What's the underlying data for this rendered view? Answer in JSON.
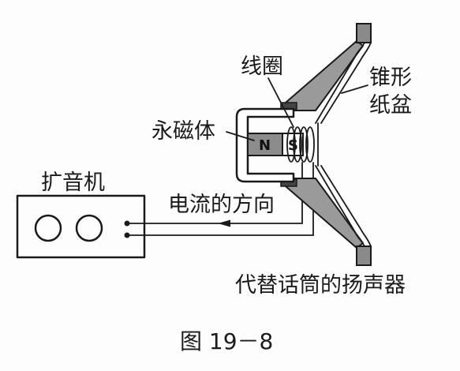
{
  "diagram": {
    "labels": {
      "coil": "线圈",
      "cone_line1": "锥形",
      "cone_line2": "纸盆",
      "magnet": "永磁体",
      "pole_n": "N",
      "pole_s": "S",
      "amplifier": "扩音机",
      "current_direction": "电流的方向",
      "speaker": "代替话筒的扬声器"
    },
    "caption": "图 19－8"
  }
}
